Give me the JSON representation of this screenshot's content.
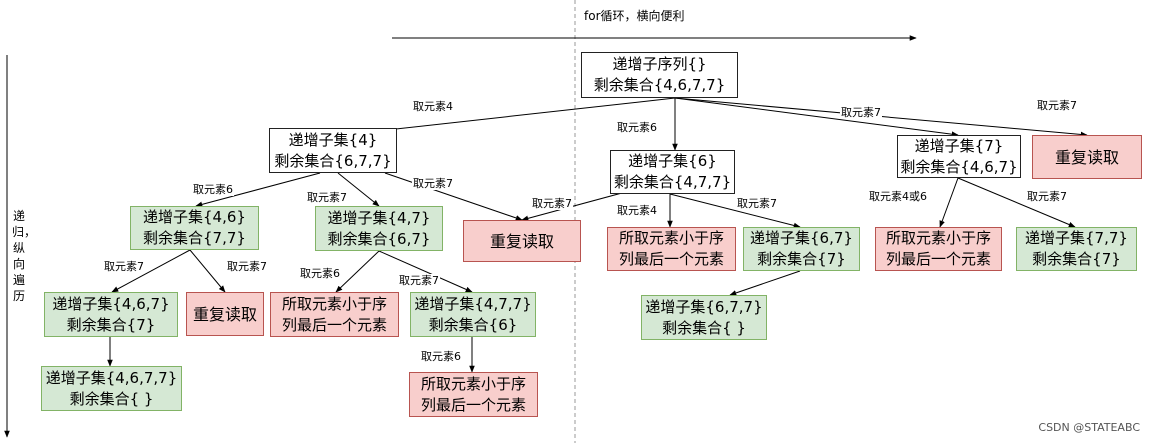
{
  "header": {
    "horizontal_label": "for循环，横向便利"
  },
  "side": {
    "vertical_label": "递归，纵向遍历"
  },
  "watermark": "CSDN @STATEABC",
  "nodes": {
    "root": {
      "line1": "递增子序列{}",
      "line2": "剩余集合{4,6,7,7}"
    },
    "n4": {
      "line1": "递增子集{4}",
      "line2": "剩余集合{6,7,7}"
    },
    "n6": {
      "line1": "递增子集{6}",
      "line2": "剩余集合{4,7,7}"
    },
    "n7": {
      "line1": "递增子集{7}",
      "line2": "剩余集合{4,6,7}"
    },
    "dup_root": {
      "line1": "重复读取"
    },
    "n46": {
      "line1": "递增子集{4,6}",
      "line2": "剩余集合{7,7}"
    },
    "n47": {
      "line1": "递增子集{4,7}",
      "line2": "剩余集合{6,7}"
    },
    "dup_n4": {
      "line1": "重复读取"
    },
    "n6_invalid": {
      "line1": "所取元素小于序",
      "line2": "列最后一个元素"
    },
    "n67": {
      "line1": "递增子集{6,7}",
      "line2": "剩余集合{7}"
    },
    "n7_invalid": {
      "line1": "所取元素小于序",
      "line2": "列最后一个元素"
    },
    "n77": {
      "line1": "递增子集{7,7}",
      "line2": "剩余集合{7}"
    },
    "n467": {
      "line1": "递增子集{4,6,7}",
      "line2": "剩余集合{7}"
    },
    "dup_n46": {
      "line1": "重复读取"
    },
    "n47_invalid": {
      "line1": "所取元素小于序",
      "line2": "列最后一个元素"
    },
    "n477": {
      "line1": "递增子集{4,7,7}",
      "line2": "剩余集合{6}"
    },
    "n677": {
      "line1": "递增子集{6,7,7}",
      "line2": "剩余集合{ }"
    },
    "n4677": {
      "line1": "递增子集{4,6,7,7}",
      "line2": "剩余集合{ }"
    },
    "n477_invalid": {
      "line1": "所取元素小于序",
      "line2": "列最后一个元素"
    }
  },
  "edges": [
    {
      "label": "取元素4"
    },
    {
      "label": "取元素6"
    },
    {
      "label": "取元素7"
    },
    {
      "label": "取元素7"
    },
    {
      "label": "取元素6"
    },
    {
      "label": "取元素7"
    },
    {
      "label": "取元素7"
    },
    {
      "label": "取元素7"
    },
    {
      "label": "取元素4"
    },
    {
      "label": "取元素7"
    },
    {
      "label": "取元素4或6"
    },
    {
      "label": "取元素7"
    },
    {
      "label": "取元素7"
    },
    {
      "label": "取元素7"
    },
    {
      "label": "取元素6"
    },
    {
      "label": "取元素7"
    },
    {
      "label": ""
    },
    {
      "label": ""
    },
    {
      "label": "取元素6"
    }
  ]
}
